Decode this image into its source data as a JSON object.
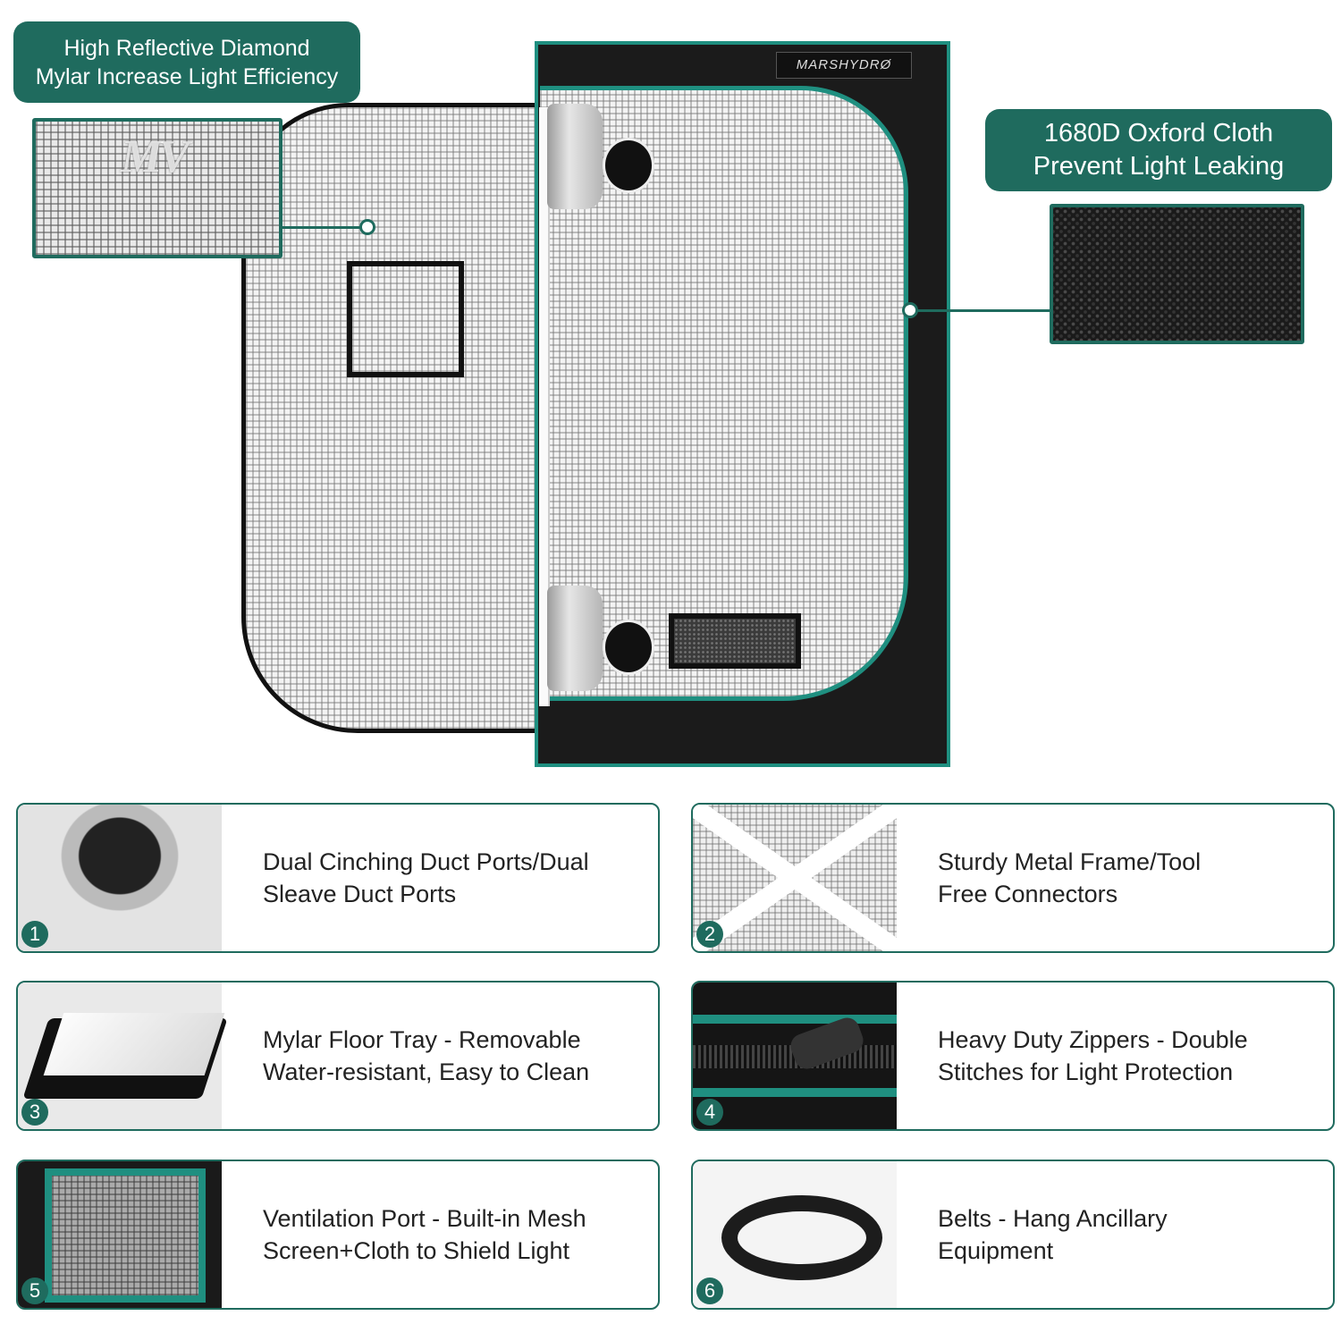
{
  "hero": {
    "mylar_callout": [
      "High Reflective Diamond",
      "Mylar Increase Light Efficiency"
    ],
    "oxford_callout": [
      "1680D Oxford Cloth",
      "Prevent Light Leaking"
    ],
    "brand_plate": "MARSHYDRØ"
  },
  "features": [
    {
      "number": "1",
      "lines": [
        "Dual Cinching Duct Ports/Dual",
        "Sleave Duct Ports"
      ]
    },
    {
      "number": "2",
      "lines": [
        "Sturdy Metal Frame/Tool",
        "Free Connectors"
      ]
    },
    {
      "number": "3",
      "lines": [
        "Mylar Floor Tray - Removable",
        "Water-resistant, Easy to Clean"
      ]
    },
    {
      "number": "4",
      "lines": [
        "Heavy Duty Zippers - Double",
        "Stitches for Light Protection"
      ]
    },
    {
      "number": "5",
      "lines": [
        "Ventilation Port - Built-in Mesh",
        "Screen+Cloth to Shield Light"
      ]
    },
    {
      "number": "6",
      "lines": [
        "Belts - Hang Ancillary",
        "Equipment"
      ]
    }
  ],
  "colors": {
    "accent": "#1f6b5e",
    "zipper_green": "#1f8f80",
    "tent_black": "#1b1b1b"
  }
}
